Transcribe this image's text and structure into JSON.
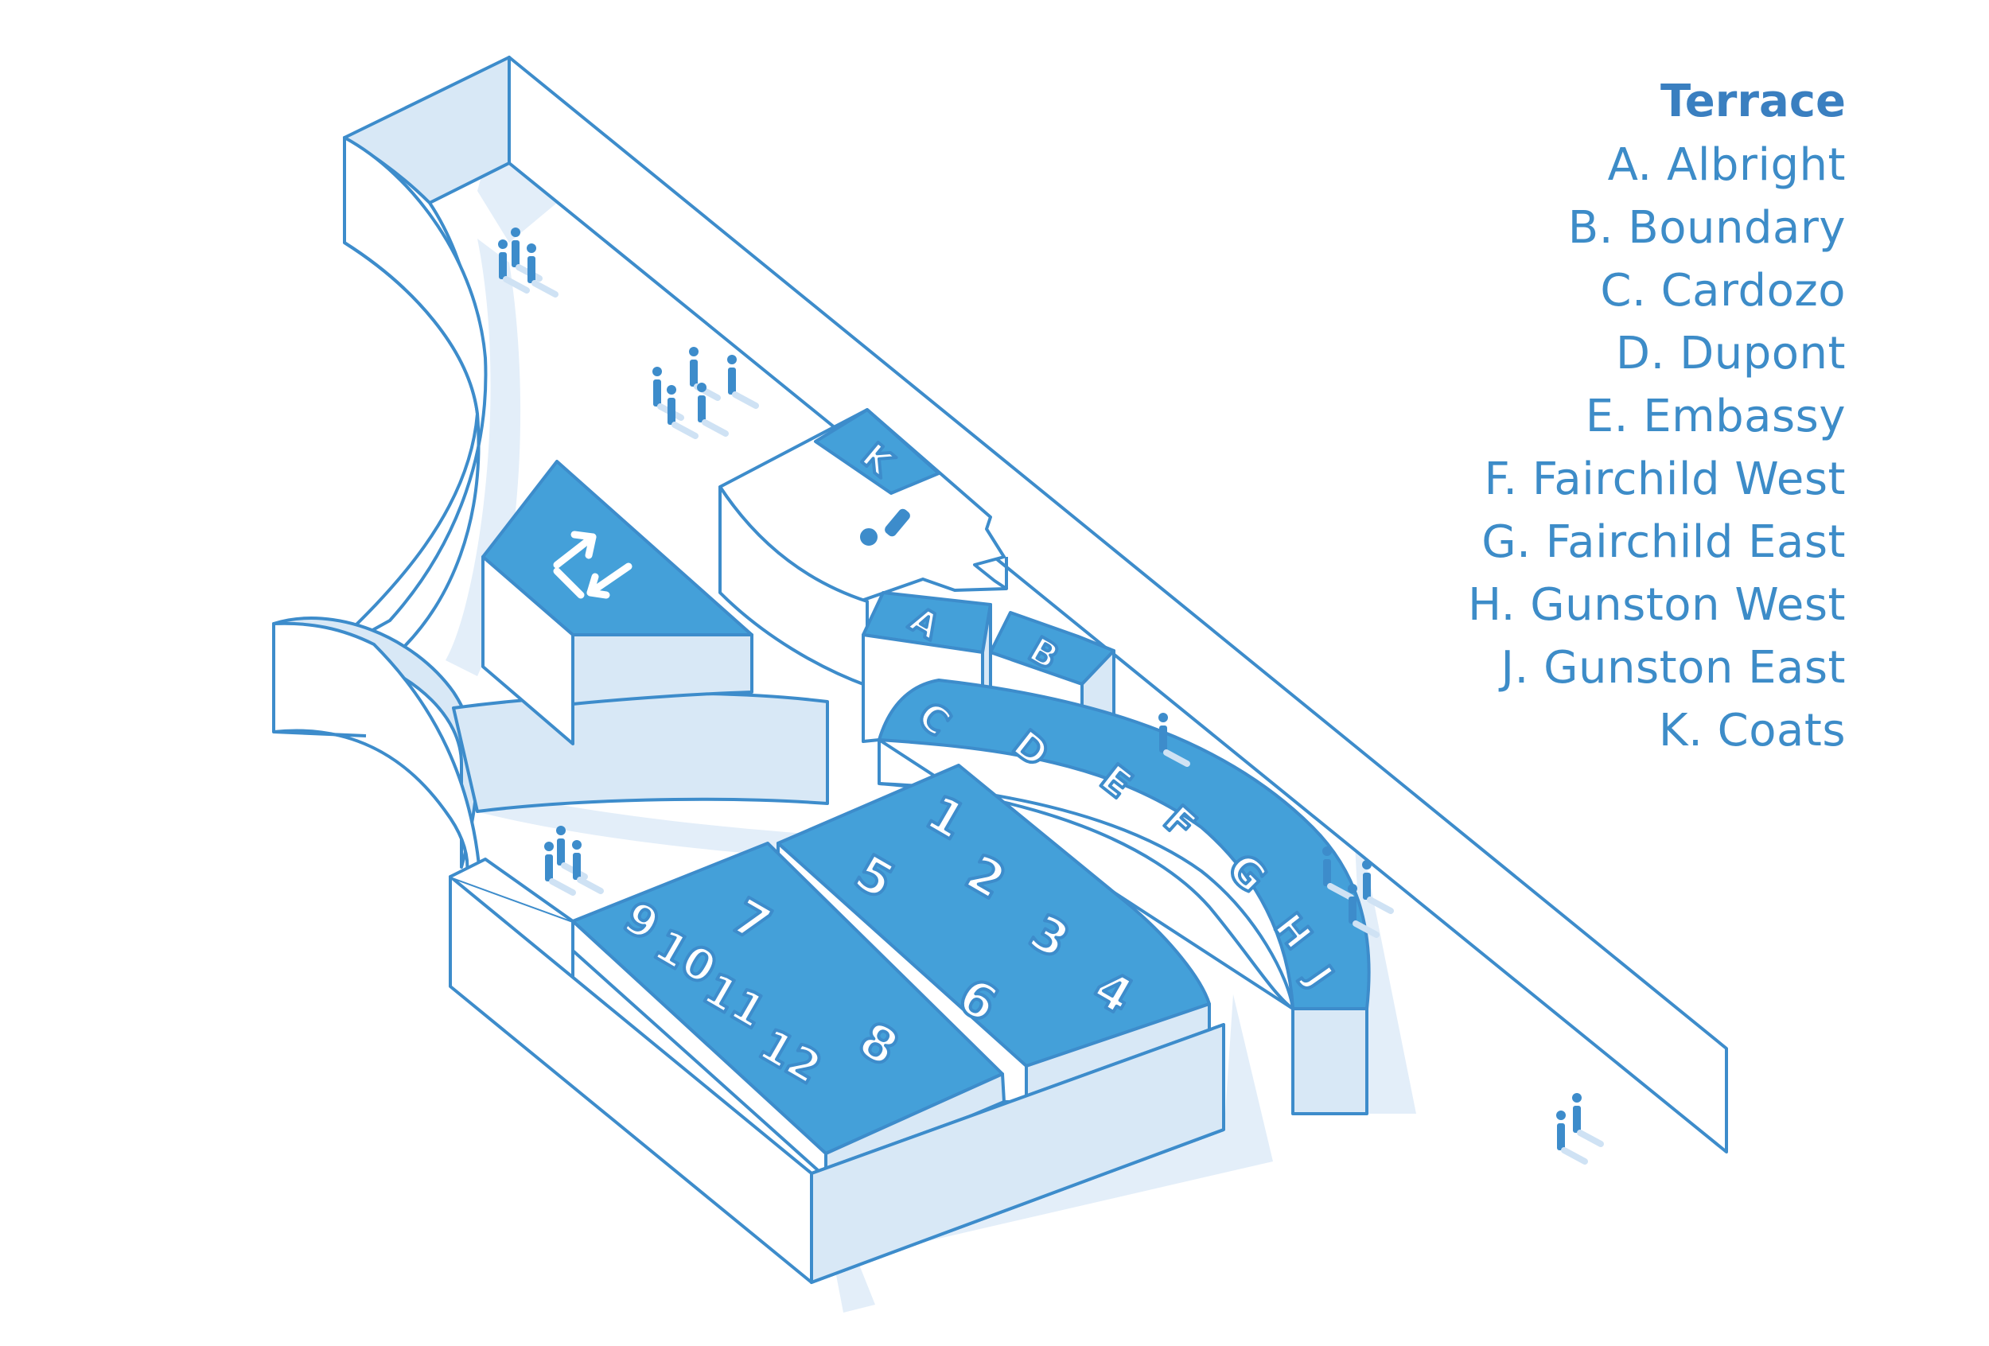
{
  "legend": {
    "title": "Terrace",
    "items": [
      "A. Albright",
      "B. Boundary",
      "C. Cardozo",
      "D. Dupont",
      "E. Embassy",
      "F. Fairchild West",
      "G. Fairchild East",
      "H. Gunston West",
      "J. Gunston East",
      "K. Coats"
    ]
  },
  "rooms": {
    "a": "A",
    "b": "B",
    "c": "C",
    "d": "D",
    "e": "E",
    "f": "F",
    "g": "G",
    "h": "H",
    "j": "J",
    "k": "K"
  },
  "sections": {
    "s1": "1",
    "s2": "2",
    "s3": "3",
    "s4": "4",
    "s5": "5",
    "s6": "6",
    "s7": "7",
    "s8": "8",
    "s9": "9",
    "s10": "10",
    "s11": "11",
    "s12": "12"
  },
  "colors": {
    "stroke": "#3d8ccb",
    "fill_dark": "#44a0d9",
    "fill_light": "#d8e8f6",
    "shadow": "#e3eef9"
  },
  "icons": [
    "elevator-escalator-icon",
    "info-icon",
    "person-icon"
  ]
}
